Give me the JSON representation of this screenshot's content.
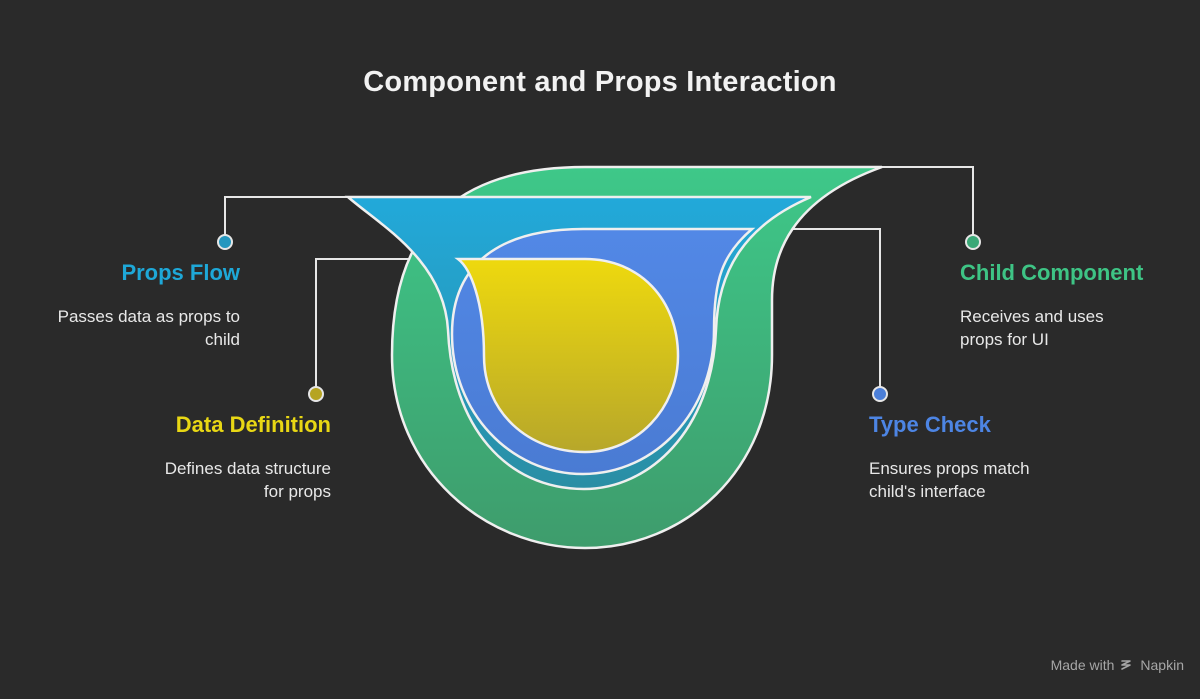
{
  "title": "Component and Props Interaction",
  "items": {
    "props_flow": {
      "label": "Props Flow",
      "description_lines": [
        "Passes data as props to",
        "child"
      ],
      "color": "#1ea8d8"
    },
    "data_definition": {
      "label": "Data Definition",
      "description_lines": [
        "Defines data structure",
        "for props"
      ],
      "color": "#e8d714"
    },
    "child_component": {
      "label": "Child Component",
      "description_lines": [
        "Receives and uses",
        "props for UI"
      ],
      "color": "#3ec485"
    },
    "type_check": {
      "label": "Type Check",
      "description_lines": [
        "Ensures props match",
        "child's interface"
      ],
      "color": "#4d85e4"
    }
  },
  "footer": {
    "made_with": "Made with",
    "brand": "Napkin",
    "icon": "napkin-logo-icon"
  }
}
